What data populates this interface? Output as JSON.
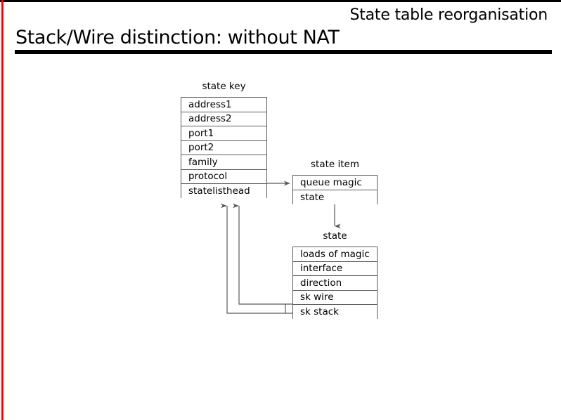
{
  "slide": {
    "kicker": "State table reorganisation",
    "title": "Stack/Wire distinction: without NAT",
    "accent_red": "#fe0000",
    "rule_black": "#000000",
    "box_border": "#595959"
  },
  "diagram": {
    "boxes": [
      {
        "caption": "state key",
        "rows": [
          "address1",
          "address2",
          "port1",
          "port2",
          "family",
          "protocol",
          "statelisthead"
        ]
      },
      {
        "caption": "state item",
        "rows": [
          "queue magic",
          "state"
        ]
      },
      {
        "caption": "state",
        "rows": [
          "loads of magic",
          "interface",
          "direction",
          "sk wire",
          "sk stack"
        ]
      }
    ],
    "connections": [
      {
        "from": "statelisthead",
        "to": "state item",
        "style": "arrow-right"
      },
      {
        "from": "state item",
        "to": "state",
        "style": "arrow-down"
      },
      {
        "from": "sk wire",
        "to": "state key",
        "style": "arrow-up"
      },
      {
        "from": "sk stack",
        "to": "state key",
        "style": "arrow-up"
      }
    ]
  }
}
